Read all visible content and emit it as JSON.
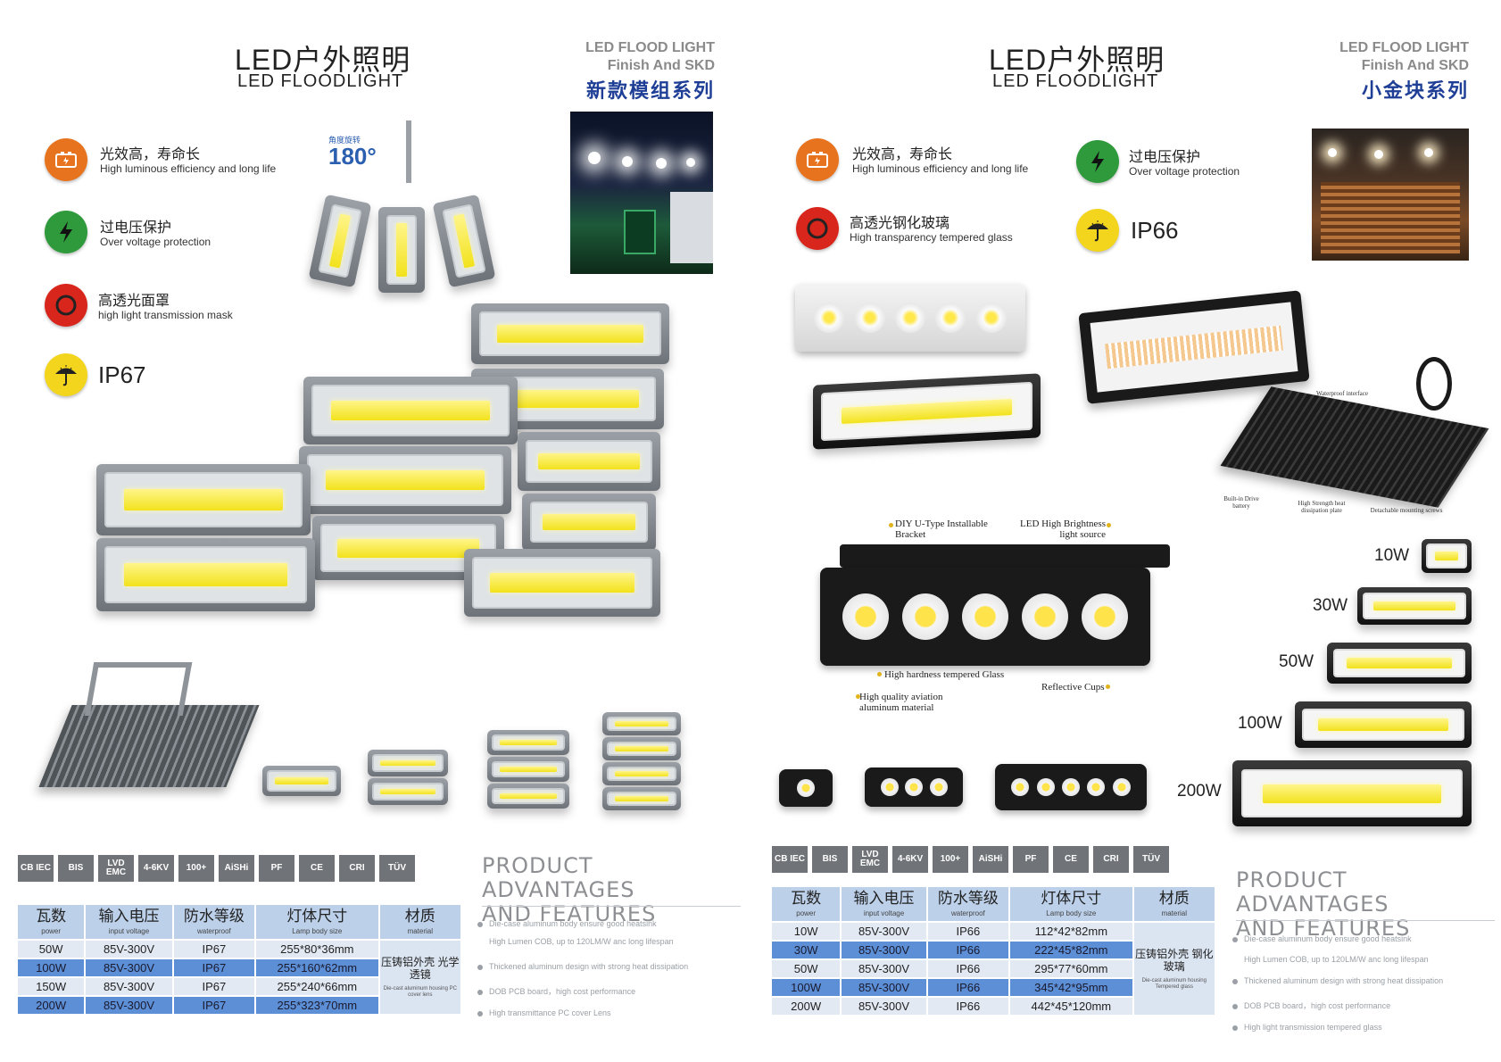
{
  "left": {
    "title_cn": "LED户外照明",
    "title_en": "LED FLOODLIGHT",
    "corner_line1": "LED FLOOD LIGHT",
    "corner_line2": "Finish And SKD",
    "series": "新款模组系列",
    "rotate_label": "角度旋转",
    "rotate_value": "180°",
    "features": [
      {
        "cn": "光效高，寿命长",
        "en": "High luminous efficiency and long life",
        "icon": "battery-icon",
        "color": "#e8731e"
      },
      {
        "cn": "过电压保护",
        "en": "Over voltage protection",
        "icon": "lightning-icon",
        "color": "#2e9a3b"
      },
      {
        "cn": "高透光面罩",
        "en": "high light transmission mask",
        "icon": "ring-icon",
        "color": "#d9261c"
      },
      {
        "cn": "",
        "en": "IP67",
        "icon": "umbrella-icon",
        "color": "#f2d51c"
      }
    ],
    "certs": [
      "CB IEC",
      "BIS",
      "LVD EMC",
      "4-6KV",
      "100+",
      "AiSHi",
      "PF",
      "CE",
      "CRI",
      "TÜV"
    ],
    "adv_title_1": "PRODUCT ADVANTAGES",
    "adv_title_2": "AND FEATURES",
    "advantages": [
      "Die-case aluminum body ensure good heatsink",
      "High Lumen COB, up to 120LM/W anc long lifespan",
      "Thickened aluminum design with strong heat dissipation",
      "DOB PCB board，high cost performance",
      "High transmittance PC cover Lens"
    ],
    "table": {
      "headers": [
        {
          "cn": "瓦数",
          "en": "power"
        },
        {
          "cn": "输入电压",
          "en": "input voltage"
        },
        {
          "cn": "防水等级",
          "en": "waterproof"
        },
        {
          "cn": "灯体尺寸",
          "en": "Lamp body size"
        },
        {
          "cn": "材质",
          "en": "material"
        }
      ],
      "rows": [
        [
          "50W",
          "85V-300V",
          "IP67",
          "255*80*36mm"
        ],
        [
          "100W",
          "85V-300V",
          "IP67",
          "255*160*62mm"
        ],
        [
          "150W",
          "85V-300V",
          "IP67",
          "255*240*66mm"
        ],
        [
          "200W",
          "85V-300V",
          "IP67",
          "255*323*70mm"
        ]
      ],
      "material_cn": "压铸铝外壳 光学透镜",
      "material_en": "Die-cast aluminum housing PC cover lens"
    }
  },
  "right": {
    "title_cn": "LED户外照明",
    "title_en": "LED FLOODLIGHT",
    "corner_line1": "LED FLOOD LIGHT",
    "corner_line2": "Finish And SKD",
    "series": "小金块系列",
    "features": [
      {
        "cn": "光效高，寿命长",
        "en": "High luminous efficiency and long life",
        "icon": "battery-icon",
        "color": "#e8731e"
      },
      {
        "cn": "过电压保护",
        "en": "Over voltage protection",
        "icon": "lightning-icon",
        "color": "#2e9a3b"
      },
      {
        "cn": "高透光钢化玻璃",
        "en": "High transparency tempered glass",
        "icon": "ring-icon",
        "color": "#d9261c"
      },
      {
        "cn": "",
        "en": "IP66",
        "icon": "umbrella-icon",
        "color": "#f2d51c"
      }
    ],
    "callouts": {
      "bracket": "DIY U-Type Installable Bracket",
      "led_source": "LED High Brightness light source",
      "glass": "High hardness tempered Glass",
      "cups": "Reflective Cups",
      "aluminum": "High quality aviation aluminum material",
      "waterproof": "Waterproof interface",
      "driver": "Built-in Drive battery",
      "heat": "High Strength heat dissipation plate",
      "mounting": "Detachable mounting screws"
    },
    "watts": [
      "10W",
      "30W",
      "50W",
      "100W",
      "200W"
    ],
    "certs": [
      "CB IEC",
      "BIS",
      "LVD EMC",
      "4-6KV",
      "100+",
      "AiSHi",
      "PF",
      "CE",
      "CRI",
      "TÜV"
    ],
    "adv_title_1": "PRODUCT ADVANTAGES",
    "adv_title_2": "AND FEATURES",
    "advantages": [
      "Die-case aluminum body ensure good heatsink",
      "High Lumen COB, up to 120LM/W anc long lifespan",
      "Thickened aluminum design with strong heat dissipation",
      "DOB PCB board，high cost performance",
      "High light transmission tempered glass"
    ],
    "table": {
      "headers": [
        {
          "cn": "瓦数",
          "en": "power"
        },
        {
          "cn": "输入电压",
          "en": "input voltage"
        },
        {
          "cn": "防水等级",
          "en": "waterproof"
        },
        {
          "cn": "灯体尺寸",
          "en": "Lamp body size"
        },
        {
          "cn": "材质",
          "en": "material"
        }
      ],
      "rows": [
        [
          "10W",
          "85V-300V",
          "IP66",
          "112*42*82mm"
        ],
        [
          "30W",
          "85V-300V",
          "IP66",
          "222*45*82mm"
        ],
        [
          "50W",
          "85V-300V",
          "IP66",
          "295*77*60mm"
        ],
        [
          "100W",
          "85V-300V",
          "IP66",
          "345*42*95mm"
        ],
        [
          "200W",
          "85V-300V",
          "IP66",
          "442*45*120mm"
        ]
      ],
      "material_cn": "压铸铝外壳 钢化玻璃",
      "material_en": "Die-cast aluminum housing Tempered glass"
    }
  }
}
